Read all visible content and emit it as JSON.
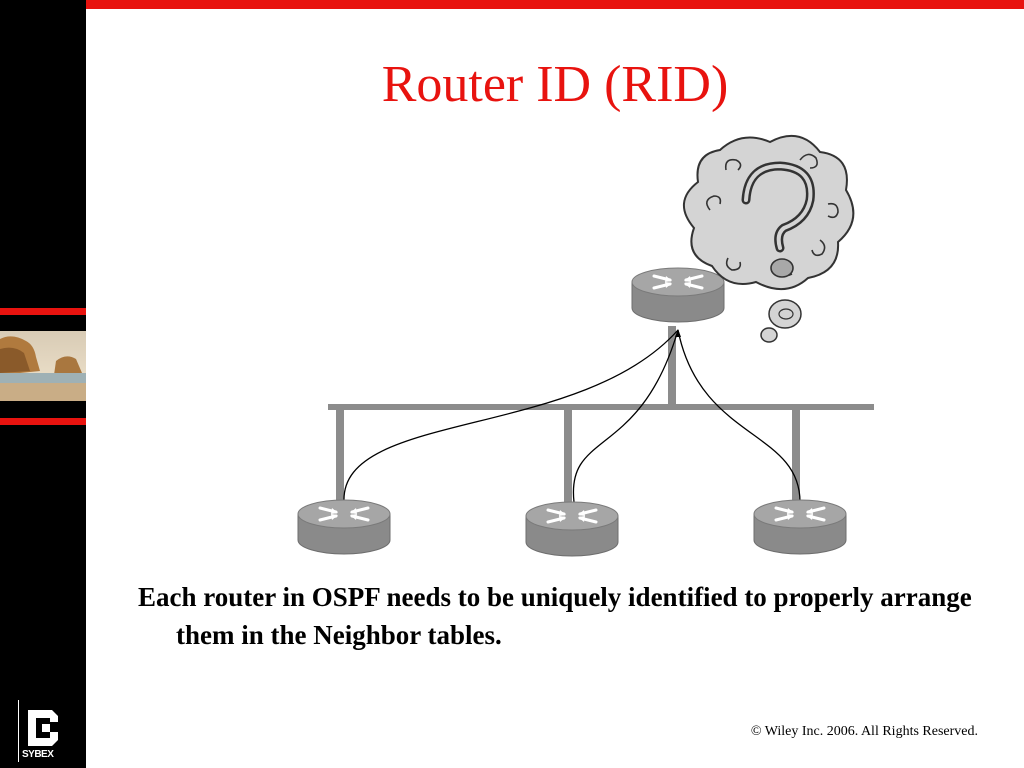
{
  "slide": {
    "title": "Router ID (RID)",
    "body": "Each router in OSPF needs to be uniquely identified to properly arrange them in the Neighbor tables.",
    "footer": "© Wiley Inc. 2006. All Rights Reserved."
  },
  "branding": {
    "logo_text": "SYBEX",
    "colors": {
      "accent": "#e8130f",
      "sidebar": "#000000",
      "router_body": "#8a8a8a",
      "router_top": "#a6a6a6",
      "cable": "#8c8c8c"
    }
  },
  "diagram": {
    "icons": [
      "router-icon",
      "router-icon",
      "router-icon",
      "router-icon",
      "thought-cloud-icon",
      "question-mark-icon"
    ]
  }
}
